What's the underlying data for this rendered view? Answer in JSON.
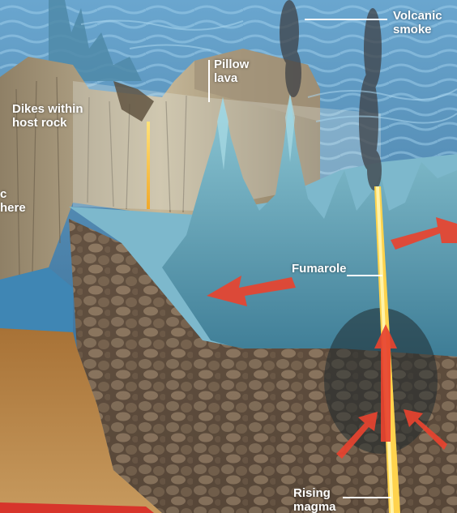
{
  "labels": {
    "volcanic_smoke": "Volcanic\nsmoke",
    "pillow_lava": "Pillow\nlava",
    "dikes": "Dikes within\nhost rock",
    "partial_left": "c\nhere",
    "fumarole": "Fumarole",
    "rising_magma": "Rising\nmagma"
  },
  "colors": {
    "sky": "#4f87b4",
    "sea_surface": "#8cc3dc",
    "host_rock": "#b9aa8c",
    "basalt_ridges": "#5f9fb4",
    "crust_rock": "#6d5a48",
    "sediment": "#9a6a35",
    "magma": "#f3c23a",
    "arrow": "#e8432f",
    "smoke": "#3e4146"
  }
}
